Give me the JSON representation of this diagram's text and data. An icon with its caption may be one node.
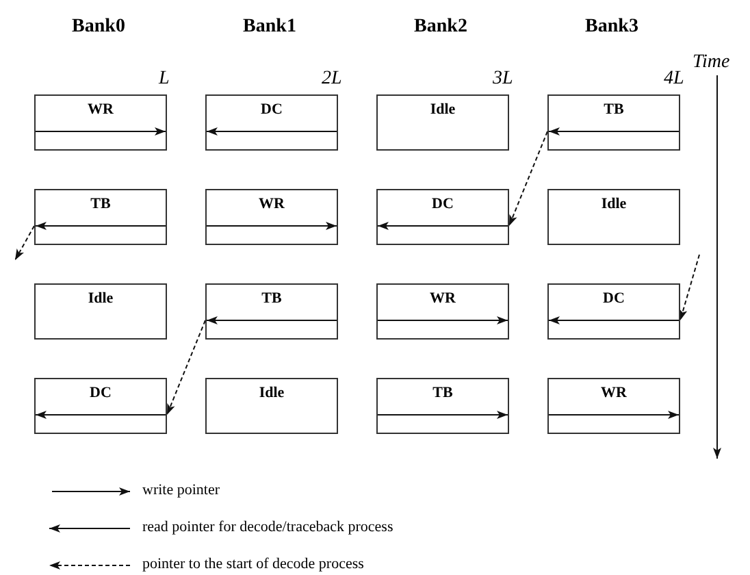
{
  "diagram": {
    "nodes": [
      {
        "text": [
          "WR"
        ]
      },
      {
        "text": [
          "DC"
        ]
      },
      {
        "text": [
          "Idle"
        ]
      },
      {
        "text": [
          "TB"
        ]
      },
      {
        "text": [
          "TB"
        ]
      },
      {
        "text": [
          "WR"
        ]
      },
      {
        "text": [
          "DC"
        ]
      },
      {
        "text": [
          "Idle"
        ]
      },
      {
        "text": [
          "Idle"
        ]
      },
      {
        "text": [
          "TB"
        ]
      },
      {
        "text": [
          "WR"
        ]
      },
      {
        "text": [
          "DC"
        ]
      },
      {
        "text": [
          "DC"
        ]
      },
      {
        "text": [
          "Idle"
        ]
      },
      {
        "text": [
          "TB"
        ]
      },
      {
        "text": [
          "WR"
        ]
      }
    ],
    "edges": [
      {
        "from": 3,
        "to": 6,
        "arrow": "to",
        "style": "dashed"
      },
      {
        "from": 4,
        "to": null,
        "arrow": "to",
        "style": "dashed"
      },
      {
        "from": null,
        "to": 11,
        "arrow": "to",
        "style": "dashed"
      },
      {
        "from": 9,
        "to": 12,
        "arrow": "to",
        "style": "dashed"
      }
    ],
    "labels": [
      "Bank0",
      "Bank1",
      "Bank2",
      "Bank3",
      "L",
      "2L",
      "3L",
      "4L",
      "Time"
    ],
    "legend": [
      {
        "text": "write pointer"
      },
      {
        "text": "read pointer for decode/traceback process"
      },
      {
        "text": "pointer to the start of decode process"
      }
    ]
  }
}
